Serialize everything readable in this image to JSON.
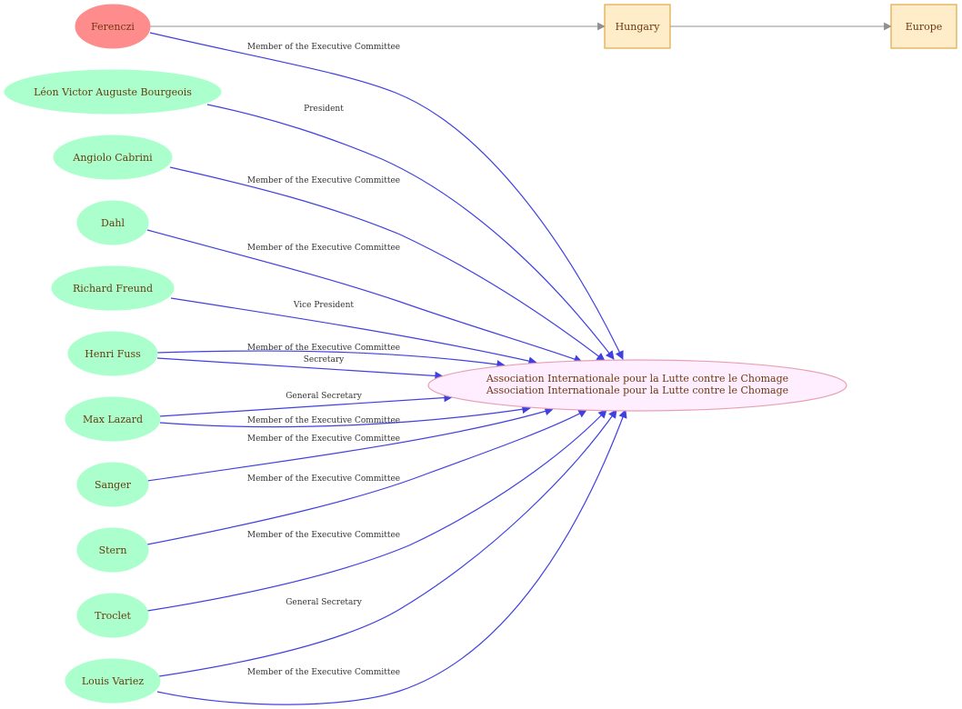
{
  "colors": {
    "person_fill": "#aaffcc",
    "highlight_fill": "#ff8c8c",
    "org_fill": "#ffeeff",
    "org_stroke": "#e8a0b0",
    "box_fill": "#ffecc8",
    "box_stroke": "#e0a848",
    "edge_blue": "#4040e0",
    "edge_gray": "#909090",
    "text": "#6b3a10"
  },
  "nodes": {
    "ferenczi": "Ferenczi",
    "bourgeois": "Léon Victor Auguste Bourgeois",
    "cabrini": "Angiolo Cabrini",
    "dahl": "Dahl",
    "freund": "Richard Freund",
    "fuss": "Henri Fuss",
    "lazard": "Max Lazard",
    "sanger": "Sanger",
    "stern": "Stern",
    "troclet": "Troclet",
    "variez": "Louis Variez",
    "org_line1": "Association Internationale pour la Lutte contre le Chomage",
    "org_line2": "Association Internationale pour la Lutte contre le Chomage",
    "hungary": "Hungary",
    "europe": "Europe"
  },
  "edge_labels": {
    "ferenczi": "Member of the Executive Committee",
    "bourgeois": "President",
    "cabrini": "Member of the Executive Committee",
    "dahl": "Member of the Executive Committee",
    "freund": "Vice President",
    "fuss_member": "Member of the Executive Committee",
    "fuss_secretary": "Secretary",
    "lazard_general": "General Secretary",
    "lazard_member": "Member of the Executive Committee",
    "sanger": "Member of the Executive Committee",
    "stern": "Member of the Executive Committee",
    "troclet": "Member of the Executive Committee",
    "variez_general": "General Secretary",
    "variez_member": "Member of the Executive Committee"
  }
}
